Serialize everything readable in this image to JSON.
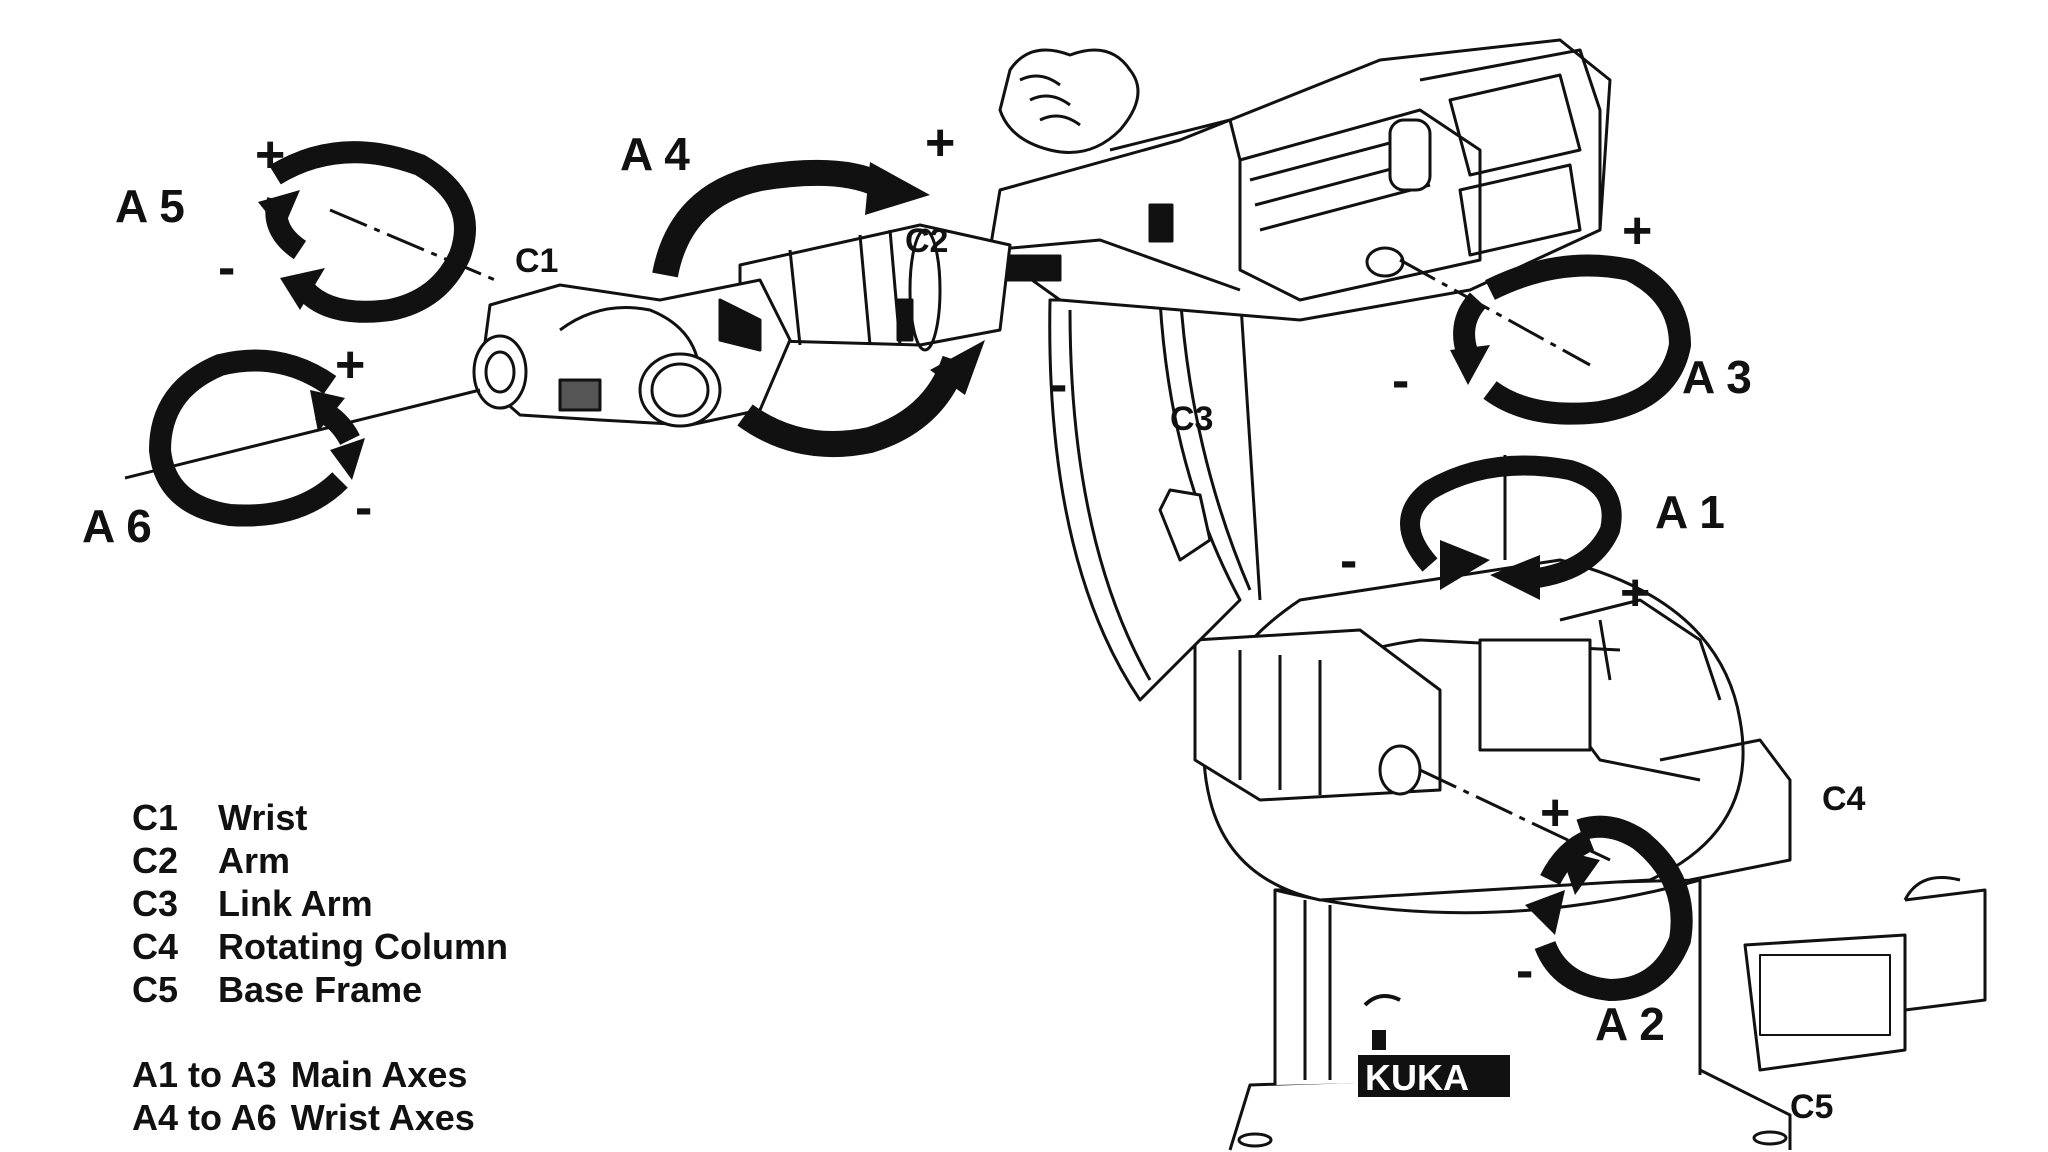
{
  "axes": [
    {
      "id": "A1",
      "label": "A 1",
      "plus": "+",
      "minus": "-"
    },
    {
      "id": "A2",
      "label": "A 2",
      "plus": "+",
      "minus": "-"
    },
    {
      "id": "A3",
      "label": "A 3",
      "plus": "+",
      "minus": "-"
    },
    {
      "id": "A4",
      "label": "A 4",
      "plus": "+",
      "minus": "-"
    },
    {
      "id": "A5",
      "label": "A 5",
      "plus": "+",
      "minus": "-"
    },
    {
      "id": "A6",
      "label": "A 6",
      "plus": "+",
      "minus": "-"
    }
  ],
  "components": [
    {
      "code": "C1",
      "name": "Wrist"
    },
    {
      "code": "C2",
      "name": "Arm"
    },
    {
      "code": "C3",
      "name": "Link Arm"
    },
    {
      "code": "C4",
      "name": "Rotating Column"
    },
    {
      "code": "C5",
      "name": "Base Frame"
    }
  ],
  "axis_groups": [
    {
      "range": "A1 to A3",
      "name": "Main Axes"
    },
    {
      "range": "A4 to A6",
      "name": "Wrist Axes"
    }
  ],
  "logo_text": "KUKA",
  "colors": {
    "line": "#111111",
    "arrow": "#111111",
    "background": "#ffffff"
  }
}
